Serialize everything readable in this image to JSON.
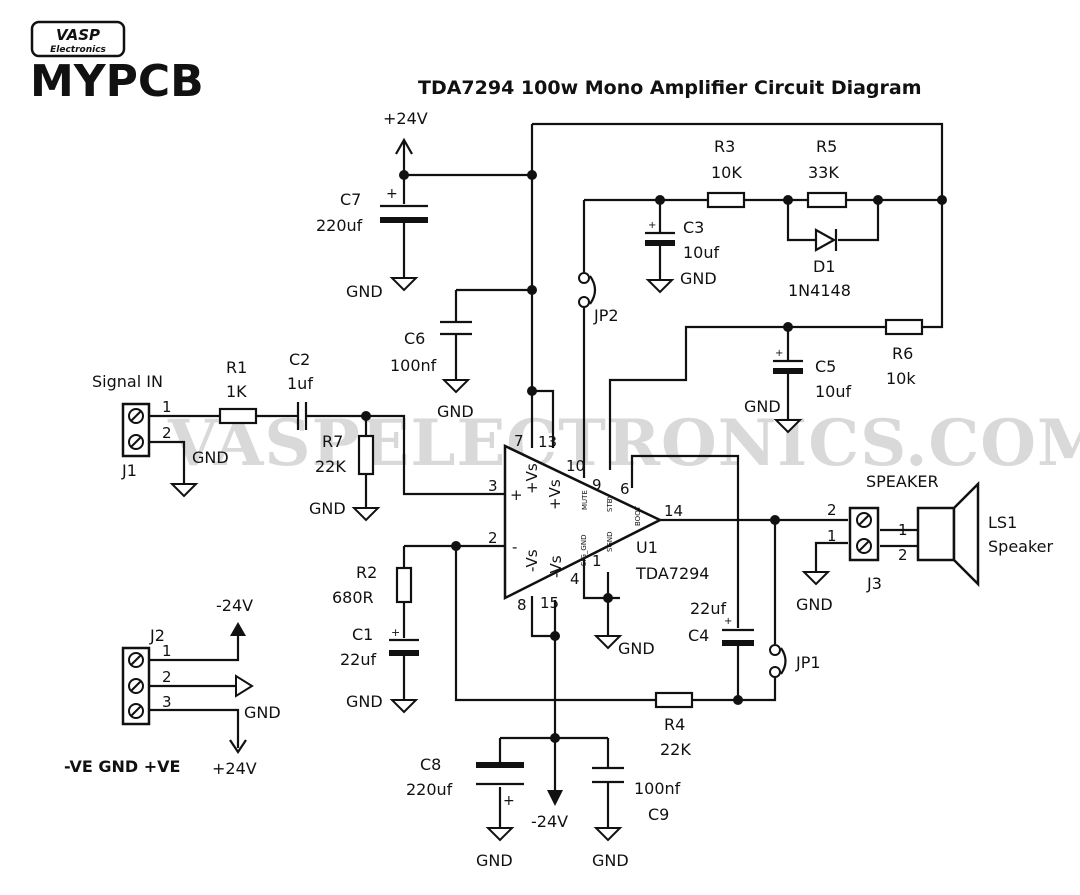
{
  "title": "TDA7294 100w Mono Amplifier Circuit Diagram",
  "logo": {
    "badge_top": "VASP",
    "badge_bottom": "Electronics",
    "brand": "MYPCB"
  },
  "watermark": "VASPELECTRONICS.COM",
  "ic": {
    "ref": "U1",
    "part": "TDA7294",
    "pins": {
      "p7": "7",
      "p13": "13",
      "p10": "10",
      "p9": "9",
      "p6": "6",
      "p14": "14",
      "p3": "3",
      "p2": "2",
      "p4": "4",
      "p1": "1",
      "p8": "8",
      "p15": "15"
    },
    "pin_labels": {
      "pvs1": "+Vs",
      "pvs2": "+Vs",
      "nvs1": "-Vs",
      "nvs2": "-Vs",
      "plus": "+",
      "minus": "-",
      "mute": "MUTE",
      "stby": "STBY",
      "boot": "BOOT",
      "sgnd": "SGND",
      "sig_gnd": "SIG_GND"
    }
  },
  "components": {
    "j1": {
      "ref": "J1",
      "name": "Signal IN",
      "p1": "1",
      "p2": "2"
    },
    "r1": {
      "ref": "R1",
      "value": "1K"
    },
    "c2": {
      "ref": "C2",
      "value": "1uf"
    },
    "r7": {
      "ref": "R7",
      "value": "22K"
    },
    "r2": {
      "ref": "R2",
      "value": "680R"
    },
    "c1": {
      "ref": "C1",
      "value": "22uf"
    },
    "c7": {
      "ref": "C7",
      "value": "220uf"
    },
    "c6": {
      "ref": "C6",
      "value": "100nf"
    },
    "r3": {
      "ref": "R3",
      "value": "10K"
    },
    "r5": {
      "ref": "R5",
      "value": "33K"
    },
    "c3": {
      "ref": "C3",
      "value": "10uf"
    },
    "d1": {
      "ref": "D1",
      "value": "1N4148"
    },
    "jp2": {
      "ref": "JP2"
    },
    "c5": {
      "ref": "C5",
      "value": "10uf"
    },
    "r6": {
      "ref": "R6",
      "value": "10k"
    },
    "c4": {
      "ref": "C4",
      "value": "22uf"
    },
    "jp1": {
      "ref": "JP1"
    },
    "r4": {
      "ref": "R4",
      "value": "22K"
    },
    "j3": {
      "ref": "J3",
      "name": "SPEAKER",
      "p1": "1",
      "p2": "2"
    },
    "ls1": {
      "ref": "LS1",
      "value": "Speaker",
      "p1": "1",
      "p2": "2"
    },
    "c8": {
      "ref": "C8",
      "value": "220uf"
    },
    "c9": {
      "ref": "C9",
      "value": "100nf"
    },
    "j2": {
      "ref": "J2",
      "p1": "1",
      "p2": "2",
      "p3": "3",
      "legend": "-VE GND +VE"
    }
  },
  "nets": {
    "gnd": "GND",
    "pos": "+24V",
    "neg": "-24V"
  },
  "polarity": {
    "plus": "+"
  }
}
